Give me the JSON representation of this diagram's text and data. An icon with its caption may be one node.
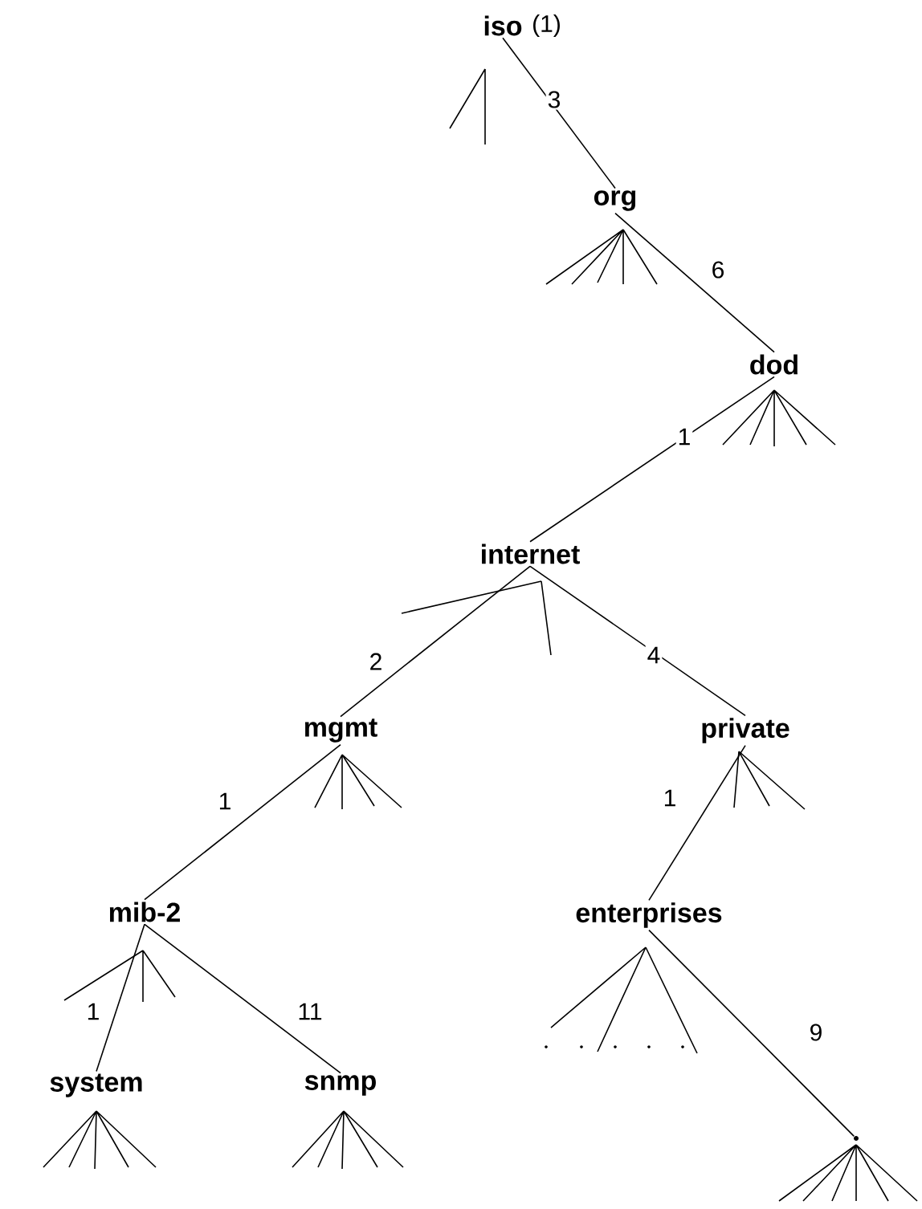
{
  "diagram": {
    "nodes": [
      {
        "text": [
          "iso"
        ],
        "beside": [
          "(1)"
        ]
      },
      {
        "text": [
          "org"
        ]
      },
      {
        "text": [
          "dod"
        ]
      },
      {
        "text": [
          "internet"
        ]
      },
      {
        "text": [
          "mgmt"
        ]
      },
      {
        "text": [
          "private"
        ]
      },
      {
        "text": [
          "mib-2"
        ]
      },
      {
        "text": [
          "enterprises"
        ]
      },
      {
        "text": [
          "system"
        ]
      },
      {
        "text": [
          "snmp"
        ]
      },
      {
        "text": [],
        "shape": "dot"
      }
    ],
    "edges": [
      {
        "from": 0,
        "to": 1,
        "arrow": "none",
        "label": "3"
      },
      {
        "from": 1,
        "to": 2,
        "arrow": "none",
        "label": "6"
      },
      {
        "from": 2,
        "to": 3,
        "arrow": "none",
        "label": "1"
      },
      {
        "from": 3,
        "to": 4,
        "arrow": "none",
        "label": "2"
      },
      {
        "from": 3,
        "to": 5,
        "arrow": "none",
        "label": "4"
      },
      {
        "from": 4,
        "to": 6,
        "arrow": "none",
        "label": "1"
      },
      {
        "from": 5,
        "to": 7,
        "arrow": "none",
        "label": "1"
      },
      {
        "from": 6,
        "to": 8,
        "arrow": "none",
        "label": "1"
      },
      {
        "from": 6,
        "to": 9,
        "arrow": "none",
        "label": "11"
      },
      {
        "from": 7,
        "to": 10,
        "arrow": "none",
        "label": "9"
      }
    ]
  }
}
